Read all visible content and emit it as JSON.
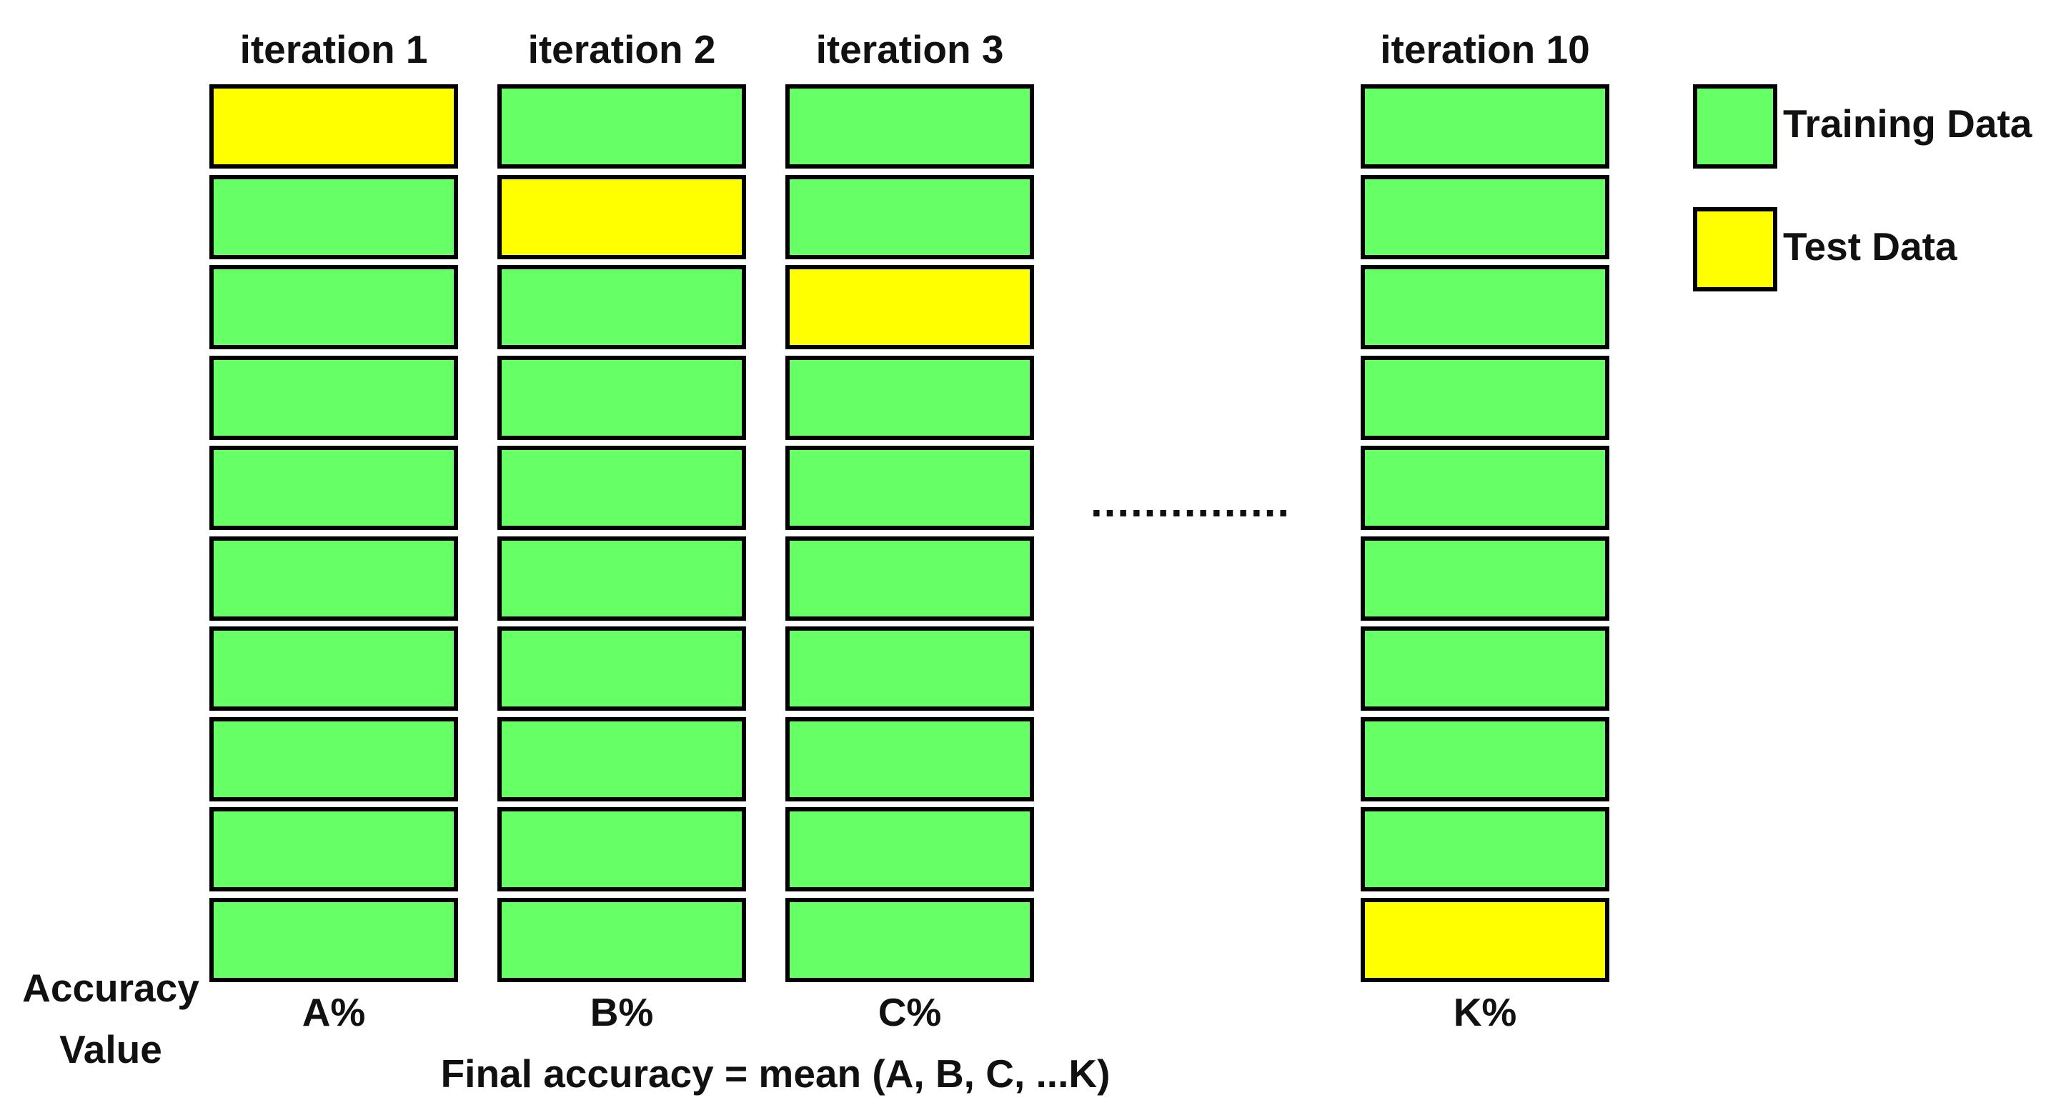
{
  "colors": {
    "training": "#66ff66",
    "test": "#ffff00",
    "border": "#000000"
  },
  "iterations": [
    {
      "title": "iteration 1",
      "test_fold": 1,
      "accuracy": "A%"
    },
    {
      "title": "iteration 2",
      "test_fold": 2,
      "accuracy": "B%"
    },
    {
      "title": "iteration 3",
      "test_fold": 3,
      "accuracy": "C%"
    },
    {
      "title": "iteration 10",
      "test_fold": 10,
      "accuracy": "K%"
    }
  ],
  "folds_per_iteration": 10,
  "ellipsis": "...............",
  "accuracy_label": {
    "line1": "Accuracy",
    "line2": "Value"
  },
  "final_formula": "Final accuracy = mean (A, B, C, ...K)",
  "legend": {
    "training": "Training Data",
    "test": "Test Data"
  }
}
